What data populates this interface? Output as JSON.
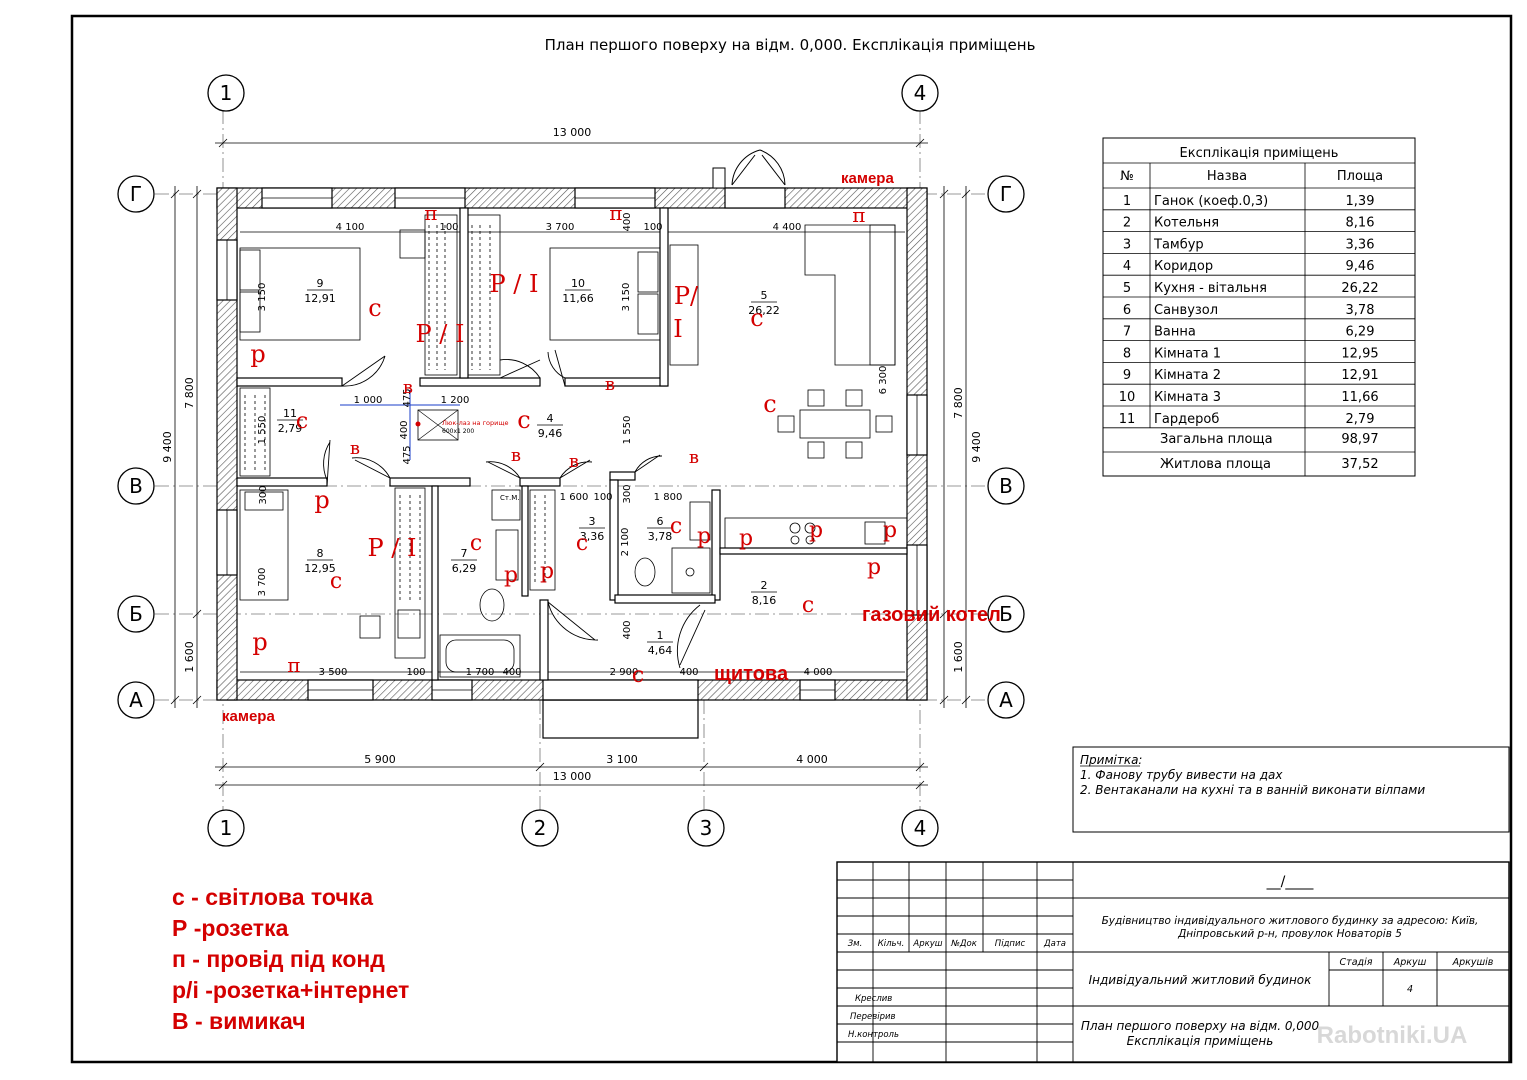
{
  "title": "План першого поверху на відм.  0,000. Експлікація приміщень",
  "axes": {
    "vertical_top": [
      "1",
      "4"
    ],
    "vertical_bottom": [
      "1",
      "2",
      "3",
      "4"
    ],
    "horizontal": [
      "Г",
      "В",
      "Б",
      "А"
    ]
  },
  "dimensions": {
    "top_total": "13 000",
    "bottom_total": "13 000",
    "bottom_segments": [
      "5 900",
      "3 100",
      "4 000"
    ],
    "left": [
      "7 800",
      "1 600",
      "9 400"
    ],
    "right": [
      "7 800",
      "1 600",
      "9 400"
    ],
    "inner": [
      "4 100",
      "100",
      "3 700",
      "100",
      "4 400",
      "1 000",
      "1 200",
      "1 550",
      "1 550",
      "1 600",
      "100",
      "1 800",
      "2 100",
      "3 150",
      "3 150",
      "6 300",
      "3 700",
      "3 500",
      "100",
      "1 700",
      "400",
      "2 900",
      "400",
      "400",
      "300",
      "300",
      "400",
      "4 000",
      "475",
      "475",
      "400"
    ]
  },
  "rooms": [
    {
      "num": "9",
      "area": "12,91"
    },
    {
      "num": "10",
      "area": "11,66"
    },
    {
      "num": "5",
      "area": "26,22"
    },
    {
      "num": "4",
      "area": "9,46"
    },
    {
      "num": "11",
      "area": "2,79"
    },
    {
      "num": "8",
      "area": "12,95"
    },
    {
      "num": "7",
      "area": "6,29"
    },
    {
      "num": "3",
      "area": "3,36"
    },
    {
      "num": "6",
      "area": "3,78"
    },
    {
      "num": "2",
      "area": "8,16"
    },
    {
      "num": "1",
      "area": "4,64"
    }
  ],
  "stair_note": [
    "Люк-лаз на горище",
    "600х1 200"
  ],
  "wc_label": "Ст.М.",
  "markers": {
    "c": "с",
    "p": "р",
    "P": "Р",
    "pi": "Р / І",
    "pi_break": [
      "Р/",
      "І"
    ],
    "v": "в",
    "n": "п",
    "camera": "камера",
    "boiler": "газовий котел",
    "panel": "щитова"
  },
  "explication": {
    "title": "Експлікація приміщень",
    "headers": [
      "№",
      "Назва",
      "Площа"
    ],
    "rows": [
      [
        "1",
        "Ганок (коеф.0,3)",
        "1,39"
      ],
      [
        "2",
        "Котельня",
        "8,16"
      ],
      [
        "3",
        "Тамбур",
        "3,36"
      ],
      [
        "4",
        "Коридор",
        "9,46"
      ],
      [
        "5",
        "Кухня - вітальня",
        "26,22"
      ],
      [
        "6",
        "Санвузол",
        "3,78"
      ],
      [
        "7",
        "Ванна",
        "6,29"
      ],
      [
        "8",
        "Кімната 1",
        "12,95"
      ],
      [
        "9",
        "Кімната 2",
        "12,91"
      ],
      [
        "10",
        "Кімната 3",
        "11,66"
      ],
      [
        "11",
        "Гардероб",
        "2,79"
      ]
    ],
    "total_label": "Загальна площа",
    "total_value": "98,97",
    "living_label": "Житлова площа",
    "living_value": "37,52"
  },
  "note": {
    "heading": "Примітка:",
    "lines": [
      "1. Фанову трубу вивести на дах",
      "2. Вентаканали на кухні та в ванній виконати вілпами"
    ]
  },
  "legend": [
    "с - світлова точка",
    "Р -розетка",
    "п - провід під конд",
    "р/і -розетка+інтернет",
    "В - вимикач"
  ],
  "stamp": {
    "code": "__/____",
    "project": [
      "Будівництво індивідуального житлового будинку за адресою: Київ,",
      "Дніпровський р-н, провулок Новаторів 5"
    ],
    "object": "Індивідуальний житловий будинок",
    "sheet_title": [
      "План  першого поверху на відм. 0,000",
      "Експлікація приміщень"
    ],
    "cols": [
      "Зм.",
      "Кільч.",
      "Аркуш",
      "№Док",
      "Підпис",
      "Дата"
    ],
    "roles": [
      "Креслив",
      "Перевірив",
      "Н.контроль"
    ],
    "stage_hdr": [
      "Стадія",
      "Аркуш",
      "Аркушів"
    ],
    "sheet_no": "4"
  },
  "watermark": "Rabotniki.UA"
}
